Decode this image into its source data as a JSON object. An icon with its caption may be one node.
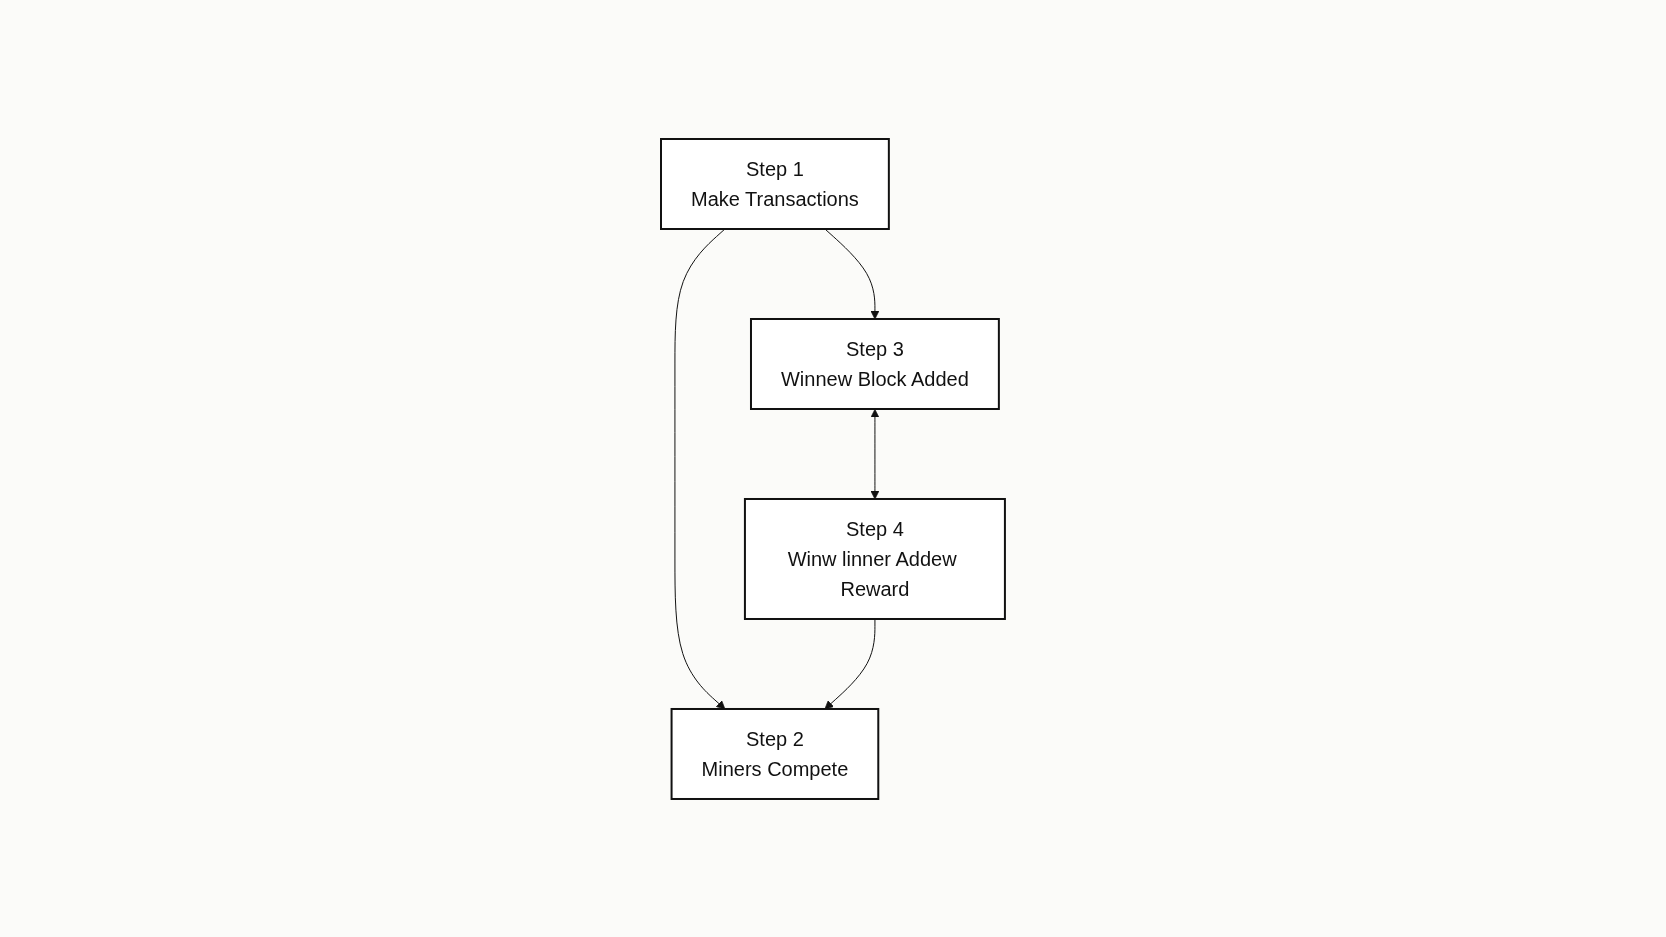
{
  "diagram": {
    "nodes": [
      {
        "text": [
          "Step 1",
          "Make Transactions"
        ]
      },
      {
        "text": [
          "Step 2",
          "Miners Compete"
        ]
      },
      {
        "text": [
          "Step 3",
          "Winnew Block Added"
        ]
      },
      {
        "text": [
          "Step 4",
          "Winw linner Addew Reward"
        ]
      }
    ],
    "edges": [
      {
        "from": 0,
        "to": 1,
        "arrow": "to"
      },
      {
        "from": 0,
        "to": 2,
        "arrow": "to"
      },
      {
        "from": 3,
        "to": 1,
        "arrow": "to"
      },
      {
        "from": 2,
        "to": 3,
        "arrow": "both"
      }
    ]
  }
}
